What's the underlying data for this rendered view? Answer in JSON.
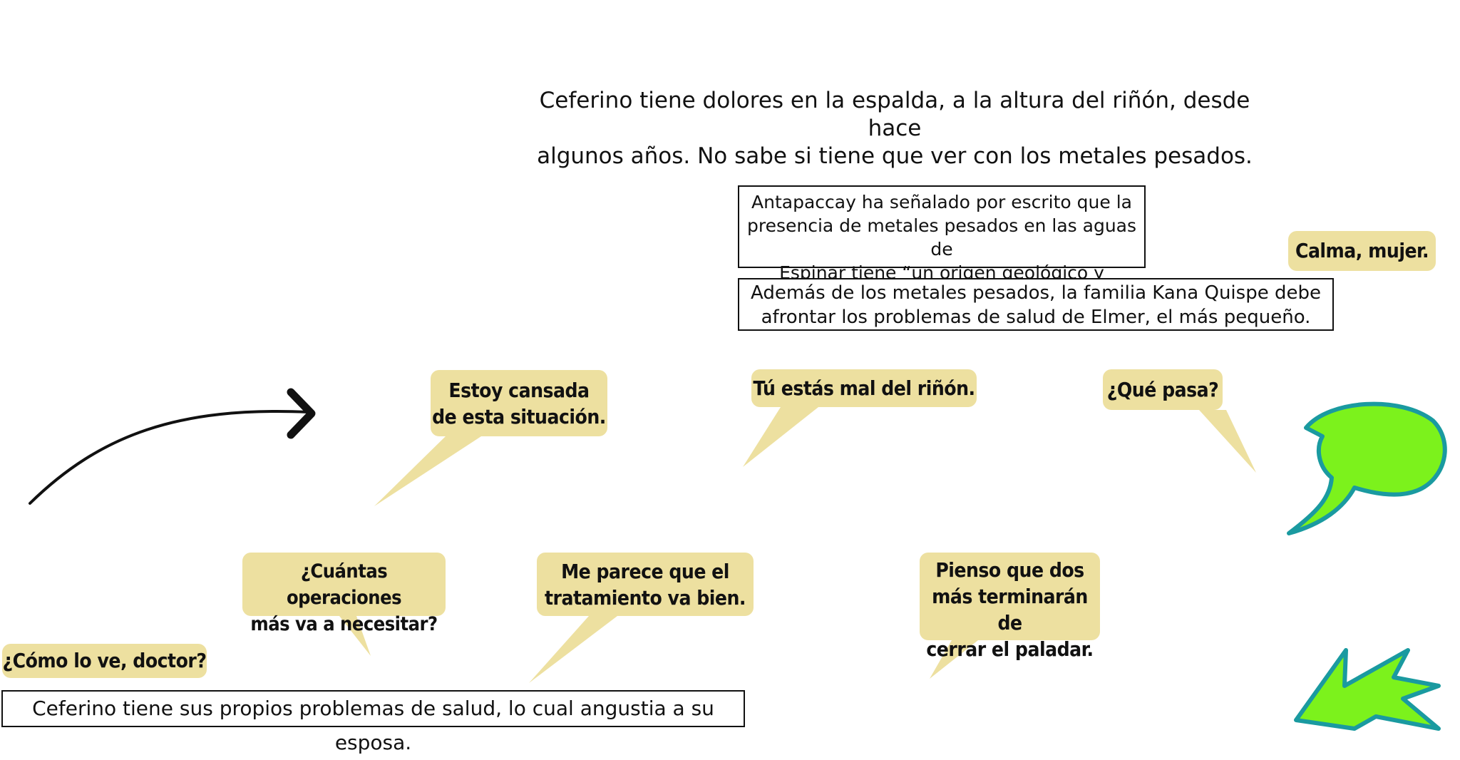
{
  "captions": {
    "top_line1": "Ceferino tiene dolores en la espalda, a la altura del riñón, desde hace",
    "top_line2": "algunos años. No sabe si tiene que ver con los metales pesados.",
    "antapaccay_line1": "Antapaccay ha señalado por escrito que la",
    "antapaccay_line2": "presencia de metales pesados en las aguas de",
    "antapaccay_line3": "Espinar tiene “un origen geológico y natural”.",
    "elmer_line1": "Además de los metales pesados, la familia Kana Quispe debe",
    "elmer_line2": "afrontar los problemas de salud de Elmer, el más pequeño.",
    "bottom": "Ceferino tiene sus propios problemas de salud, lo cual angustia a su esposa."
  },
  "bubbles": {
    "cansada_line1": "Estoy cansada",
    "cansada_line2": "de esta situación.",
    "rinon": "Tú estás mal del riñón.",
    "quepasa": "¿Qué pasa?",
    "calma": "Calma, mujer.",
    "cuantas_line1": "¿Cuántas operaciones",
    "cuantas_line2": "más va a necesitar?",
    "parece_line1": "Me parece que el",
    "parece_line2": "tratamiento va bien.",
    "pienso_line1": "Pienso que dos",
    "pienso_line2": "más terminarán de",
    "pienso_line3": "cerrar el paladar.",
    "como": "¿Cómo lo ve, doctor?"
  },
  "icons": {
    "arrow": "curved-arrow-icon",
    "speech": "speech-bubble-icon",
    "pointer": "pointer-arrow-icon"
  },
  "colors": {
    "bubble_fill": "#ede0a0",
    "green_fill": "#7cf21c",
    "teal_outline": "#1a9aa0",
    "text": "#111111"
  }
}
